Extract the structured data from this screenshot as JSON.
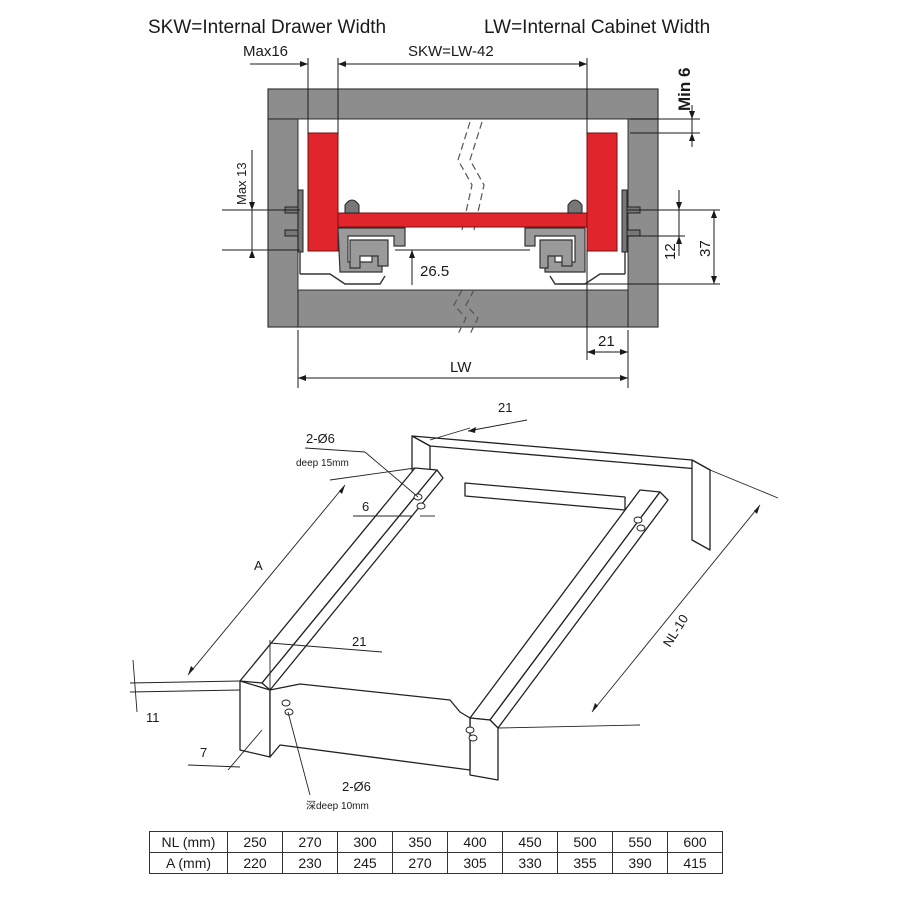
{
  "header": {
    "skw_def": "SKW=Internal Drawer Width",
    "lw_def": "LW=Internal Cabinet Width"
  },
  "top_view": {
    "max16": "Max16",
    "skw_formula": "SKW=LW-42",
    "min6": "Min 6",
    "max13": "Max 13",
    "dim_26_5": "26.5",
    "dim_12": "12",
    "dim_37": "37",
    "dim_21": "21",
    "lw": "LW"
  },
  "iso_view": {
    "dim_21_top": "21",
    "hole_top": "2-Ø6",
    "hole_top_depth": "deep 15mm",
    "dim_6": "6",
    "dim_a": "A",
    "dim_nl10": "NL-10",
    "dim_21_mid": "21",
    "dim_11": "11",
    "dim_7": "7",
    "hole_bottom": "2-Ø6",
    "hole_bottom_depth": "深deep 10mm"
  },
  "table": {
    "row_labels": [
      "NL (mm)",
      "A (mm)"
    ],
    "nl": [
      "250",
      "270",
      "300",
      "350",
      "400",
      "450",
      "500",
      "550",
      "600"
    ],
    "a": [
      "220",
      "230",
      "245",
      "270",
      "305",
      "330",
      "355",
      "390",
      "415"
    ]
  },
  "colors": {
    "drawer": "#e0262c",
    "cabinet": "#8d8d8d"
  }
}
